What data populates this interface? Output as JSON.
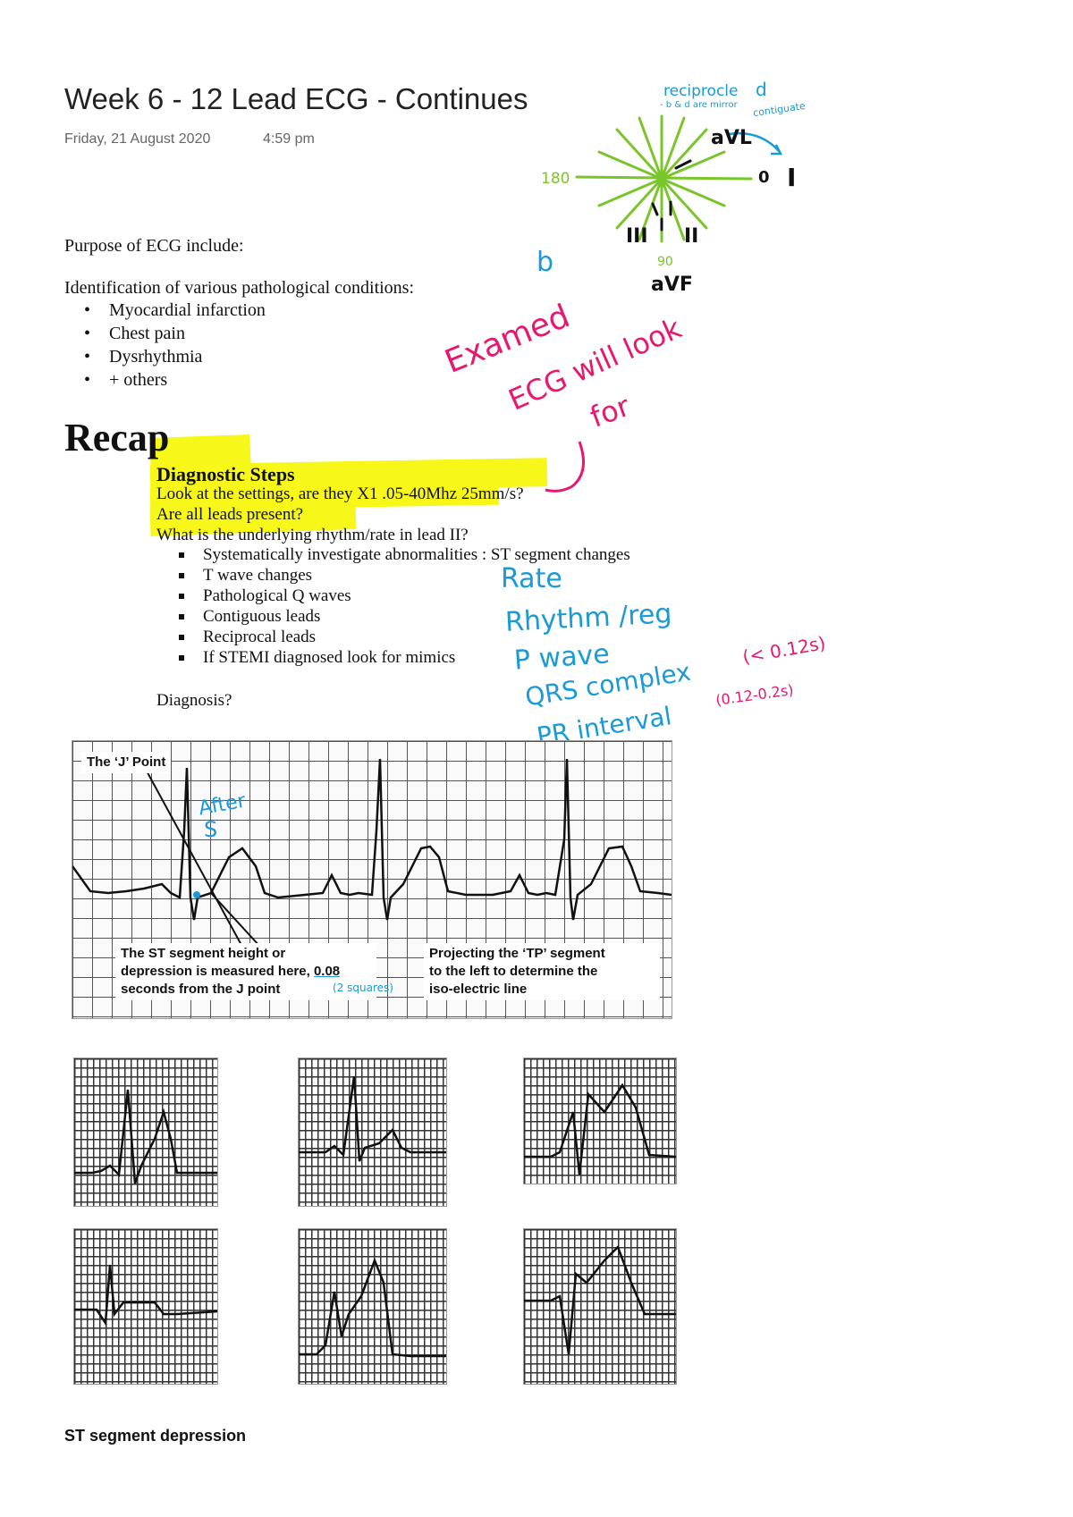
{
  "page": {
    "title": "Week 6 - 12 Lead ECG - Continues",
    "date": "Friday, 21 August 2020",
    "time": "4:59 pm"
  },
  "purpose": {
    "heading": "Purpose of ECG include:",
    "identification": "Identification of various pathological conditions:",
    "items": [
      "Myocardial infarction",
      "Chest pain",
      "Dysrhythmia",
      "+ others"
    ]
  },
  "recap": {
    "title": "Recap",
    "diagnostic_title": "Diagnostic Steps",
    "lines": [
      "Look at the settings, are they X1 .05-40Mhz 25mm/s?",
      "Are all leads present?",
      "What is the underlying rhythm/rate in lead II?"
    ],
    "steps": [
      "Systematically investigate abnormalities : ST segment changes",
      "T wave changes",
      "Pathological Q waves",
      "Contiguous leads",
      "Reciprocal leads",
      "If STEMI diagnosed look for mimics"
    ],
    "diagnosis": "Diagnosis?"
  },
  "ecg_figure": {
    "j_point_label": "The ‘J’ Point",
    "st_note_1": "The ST segment height or",
    "st_note_2": "depression is measured here,",
    "st_note_3": "0.08",
    "st_note_4": "seconds from the J point",
    "tp_note_1": "Projecting the ‘TP’ segment",
    "tp_note_2": "to the left to determine the",
    "tp_note_3": "iso-electric line"
  },
  "handwriting": {
    "reciprocle": "reciprocle",
    "reciprocle_sub": "- b & d are mirror",
    "contiguous": "contiguate",
    "avl": "aVL",
    "lead_i": "I",
    "zero": "0",
    "one_eighty": "180",
    "ninety": "90",
    "lead_iii": "III",
    "lead_ii": "II",
    "avf": "aVF",
    "b": "b",
    "d": "d",
    "examed_1": "Examed",
    "examed_2": "ECG will look",
    "examed_3": "for",
    "rate": "Rate",
    "rhythm": "Rhythm /reg",
    "p_wave": "P wave",
    "qrs": "QRS complex",
    "qrs_val": "(< 0.12s)",
    "pr": "PR interval",
    "pr_val": "(0.12-0.2s)",
    "after_s_1": "After",
    "after_s_2": "S",
    "two_squares": "(2 squares)"
  },
  "footer": {
    "label": "ST segment depression"
  },
  "colors": {
    "highlight": "#f7f71a",
    "pink_ink": "#e8186f",
    "blue_ink": "#1a9ad6",
    "green_ink": "#7ac52a"
  }
}
